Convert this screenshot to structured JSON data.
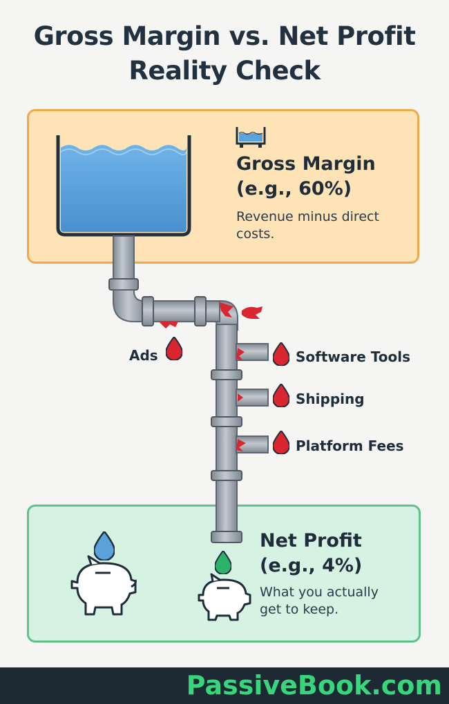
{
  "title": {
    "line1": "Gross Margin vs. Net Profit",
    "line2": "Reality Check"
  },
  "gross": {
    "heading_line1": "Gross Margin",
    "heading_line2": "(e.g., 60%)",
    "desc_line1": "Revenue minus direct",
    "desc_line2": "costs.",
    "icon": "water-tank-icon"
  },
  "leaks": {
    "ads": "Ads",
    "software": "Software Tools",
    "shipping": "Shipping",
    "platform": "Platform Fees"
  },
  "net": {
    "heading_line1": "Net Profit",
    "heading_line2": "(e.g., 4%)",
    "desc_line1": "What you actually",
    "desc_line2": "get to keep.",
    "icon": "piggy-bank-icon"
  },
  "footer": {
    "brand": "PassiveBook.com"
  },
  "colors": {
    "water": "#5aa2dc",
    "pipe": "#9aa3ad",
    "leak": "#d9262f",
    "profit_drop": "#2bb36a",
    "gross_box": "#fde3b6",
    "net_box": "#d6f2e2",
    "brand": "#38d67a"
  }
}
